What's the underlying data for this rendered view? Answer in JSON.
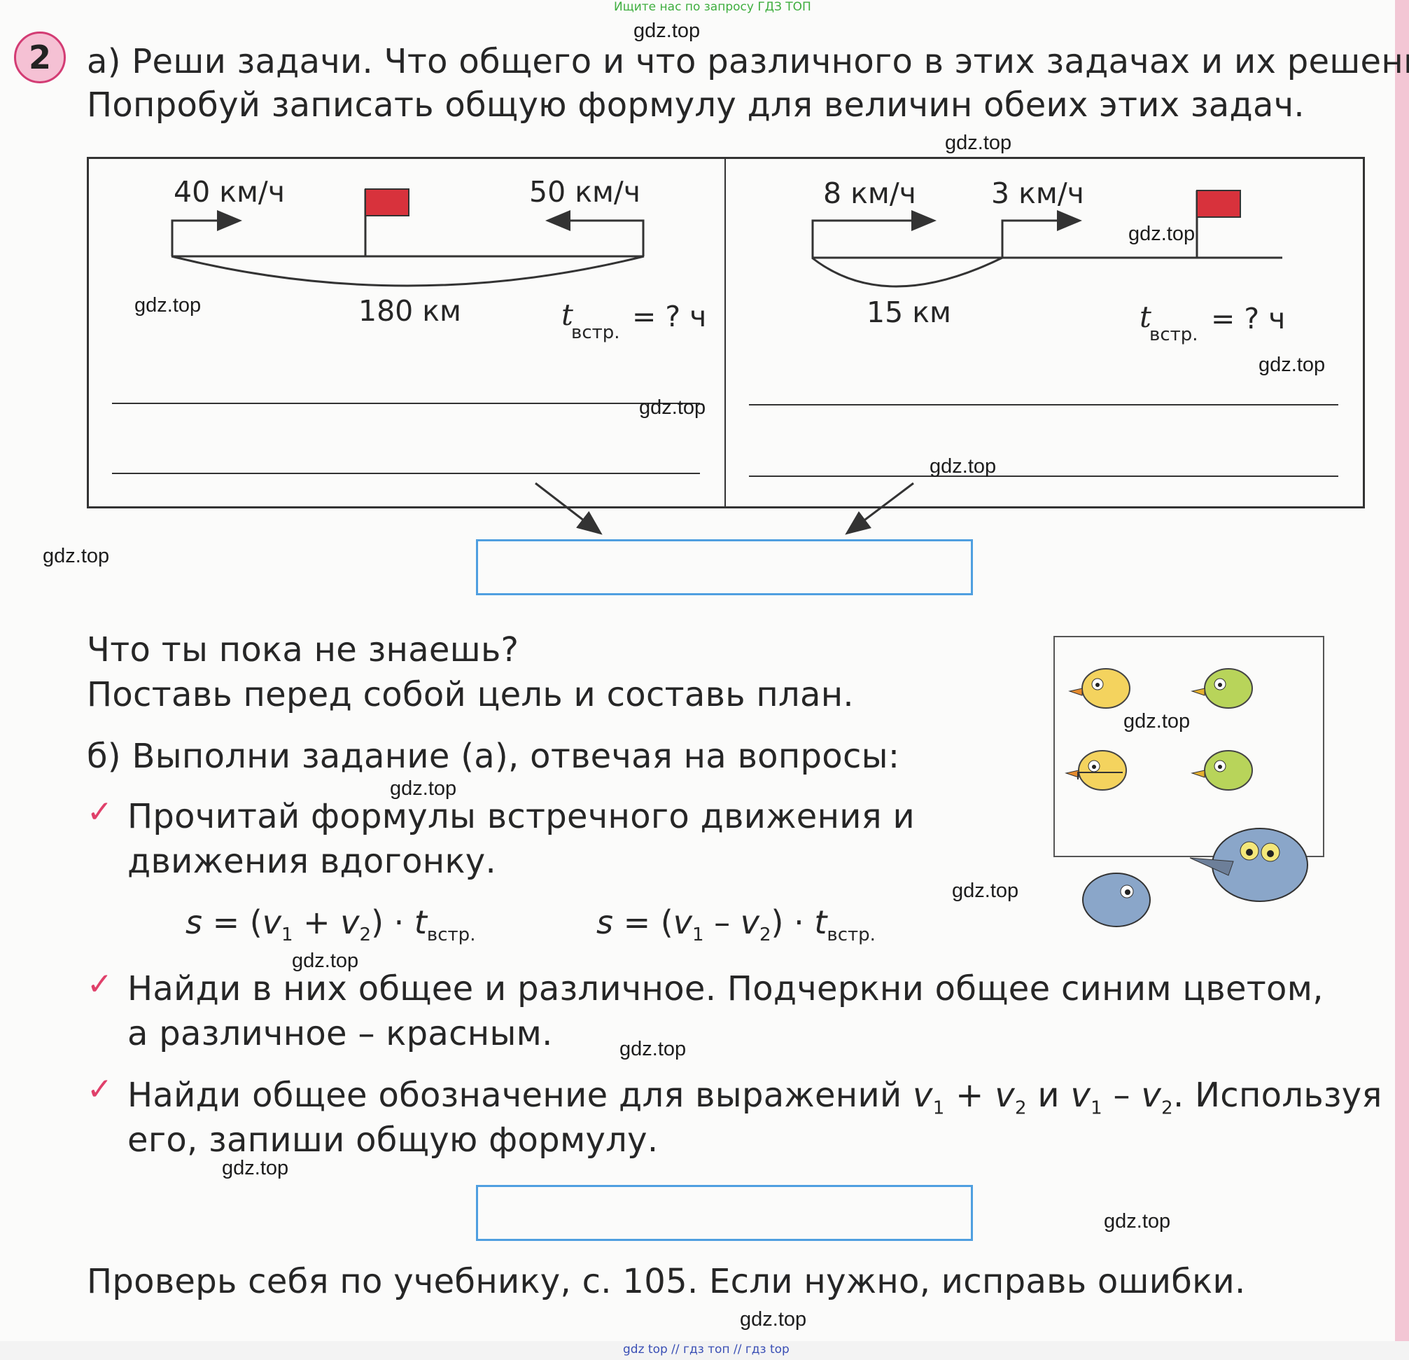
{
  "banner": {
    "top": "Ищите нас по запросу ГДЗ ТОП",
    "bottom": "gdz top // гдз топ // гдз top"
  },
  "watermark": "gdz.top",
  "task": {
    "number": "2",
    "a_line1": "а) Реши задачи. Что общего и что различного в этих задачах и их решении?",
    "a_line2": "Попробуй записать общую формулу для величин обеих этих задач."
  },
  "problem1": {
    "speed1": "40 км/ч",
    "speed2": "50 км/ч",
    "distance": "180 км",
    "t": "t",
    "t_sub": "встр.",
    "t_eq": "= ? ч"
  },
  "problem2": {
    "speed1": "8 км/ч",
    "speed2": "3 км/ч",
    "distance": "15 км",
    "t": "t",
    "t_sub": "встр.",
    "t_eq": "= ? ч"
  },
  "texts": {
    "unknown": "Что ты пока не знаешь?",
    "goal": "Поставь перед собой цель и составь план.",
    "b": "б) Выполни задание (а), отвечая на вопросы:",
    "check1_l1": "Прочитай формулы встречного движения и",
    "check1_l2": "движения вдогонку.",
    "check2_l1": "Найди в них общее и различное. Подчеркни общее синим цветом,",
    "check2_l2": "а различное – красным.",
    "check3_l2": "его, запиши общую формулу.",
    "verify": "Проверь себя по учебнику, с. 105. Если нужно, исправь ошибки."
  },
  "check3": {
    "pre": "Найди общее обозначение для выражений ",
    "v": "v",
    "s1": "1",
    "s2": "2",
    "plus": " + ",
    "and": " и ",
    "minus": " – ",
    "post": ". Используя"
  },
  "formula1": {
    "s": "s",
    "eq": " = (",
    "v": "v",
    "s1": "1",
    "op": " + ",
    "s2": "2",
    "close": ") · ",
    "t": "t",
    "tsub": "встр."
  },
  "formula2": {
    "s": "s",
    "eq": " = (",
    "v": "v",
    "s1": "1",
    "op": " – ",
    "s2": "2",
    "close": ") · ",
    "t": "t",
    "tsub": "встр."
  },
  "colors": {
    "accent_pink": "#d33c74",
    "box_blue": "#4f9fe0",
    "flag_red": "#d8323c",
    "check_pink": "#e0406a",
    "banner_green": "#3fae3f"
  }
}
